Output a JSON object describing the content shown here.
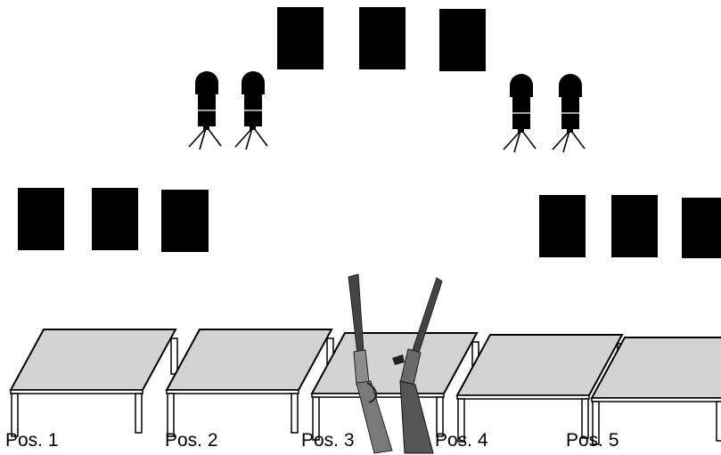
{
  "colors": {
    "target": "#000000",
    "table_top": "#d3d3d3",
    "outline": "#000000",
    "rifle_wood": "#7a7a7a",
    "rifle_metal": "#444444",
    "background": "#ffffff"
  },
  "targets": {
    "groups": [
      {
        "name": "top-row",
        "count": 3
      },
      {
        "name": "left-row",
        "count": 3
      },
      {
        "name": "right-row",
        "count": 3
      }
    ]
  },
  "speakers": {
    "icon": "tripod-speaker-icon",
    "groups": [
      {
        "name": "left-pair",
        "count": 2
      },
      {
        "name": "right-pair",
        "count": 2
      }
    ]
  },
  "rifles": {
    "items": [
      {
        "name": "lever-action-rifle",
        "icon": "rifle-icon"
      },
      {
        "name": "bolt-action-rifle",
        "icon": "rifle-icon"
      }
    ]
  },
  "positions": [
    {
      "label": "Pos. 1"
    },
    {
      "label": "Pos. 2"
    },
    {
      "label": "Pos. 3"
    },
    {
      "label": "Pos. 4"
    },
    {
      "label": "Pos. 5"
    }
  ]
}
